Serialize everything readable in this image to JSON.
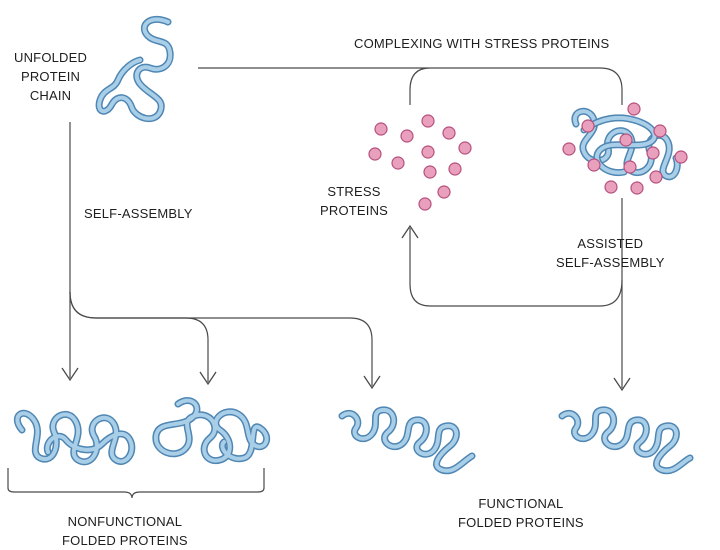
{
  "labels": {
    "unfolded": [
      "UNFOLDED",
      "PROTEIN",
      "CHAIN"
    ],
    "complexing": "COMPLEXING WITH STRESS PROTEINS",
    "self_assembly": "SELF-ASSEMBLY",
    "stress_proteins": [
      "STRESS",
      "PROTEINS"
    ],
    "assisted": [
      "ASSISTED",
      "SELF-ASSEMBLY"
    ],
    "nonfunctional": [
      "NONFUNCTIONAL",
      "FOLDED PROTEINS"
    ],
    "functional": [
      "FUNCTIONAL",
      "FOLDED PROTEINS"
    ]
  },
  "colors": {
    "protein_fill": "#a9cfe8",
    "protein_edge": "#4f86b3",
    "stress_fill": "#e8a0bd",
    "stress_edge": "#b74f7d",
    "line": "#4a4a4a"
  }
}
